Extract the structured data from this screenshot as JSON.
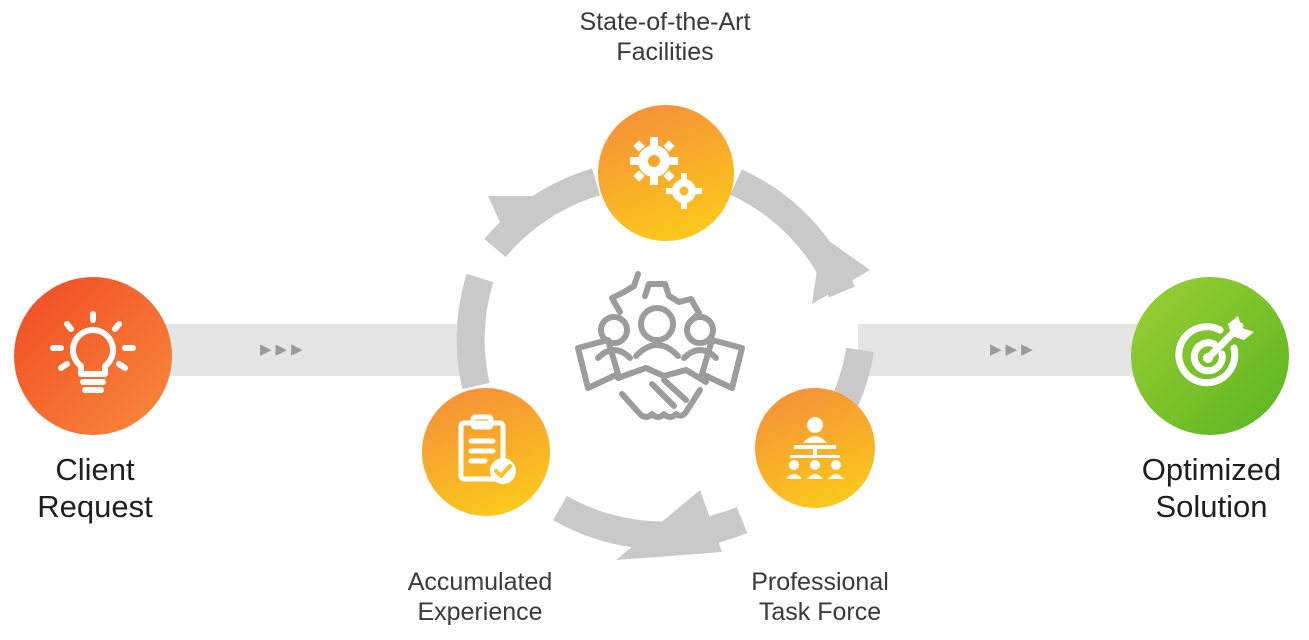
{
  "diagram": {
    "start": {
      "label_line1": "Client",
      "label_line2": "Request",
      "icon": "lightbulb-icon",
      "color_from": "#f04a24",
      "color_to": "#f98a3a"
    },
    "end": {
      "label_line1": "Optimized",
      "label_line2": "Solution",
      "icon": "target-arrow-icon",
      "color_from": "#9ccf36",
      "color_to": "#5ab51f"
    },
    "flow_arrows_left": "▶▶▶",
    "flow_arrows_right": "▶▶▶",
    "center_icon": "teamwork-handshake-icon",
    "cycle_color": "#c9c9c9",
    "cycle_nodes": [
      {
        "label_line1": "State-of-the-Art",
        "label_line2": "Facilities",
        "icon": "gears-icon"
      },
      {
        "label_line1": "Professional",
        "label_line2": "Task Force",
        "icon": "team-presentation-icon"
      },
      {
        "label_line1": "Accumulated",
        "label_line2": "Experience",
        "icon": "clipboard-check-icon"
      }
    ],
    "cycle_node_color_from": "#f48b3b",
    "cycle_node_color_to": "#fdd017"
  }
}
